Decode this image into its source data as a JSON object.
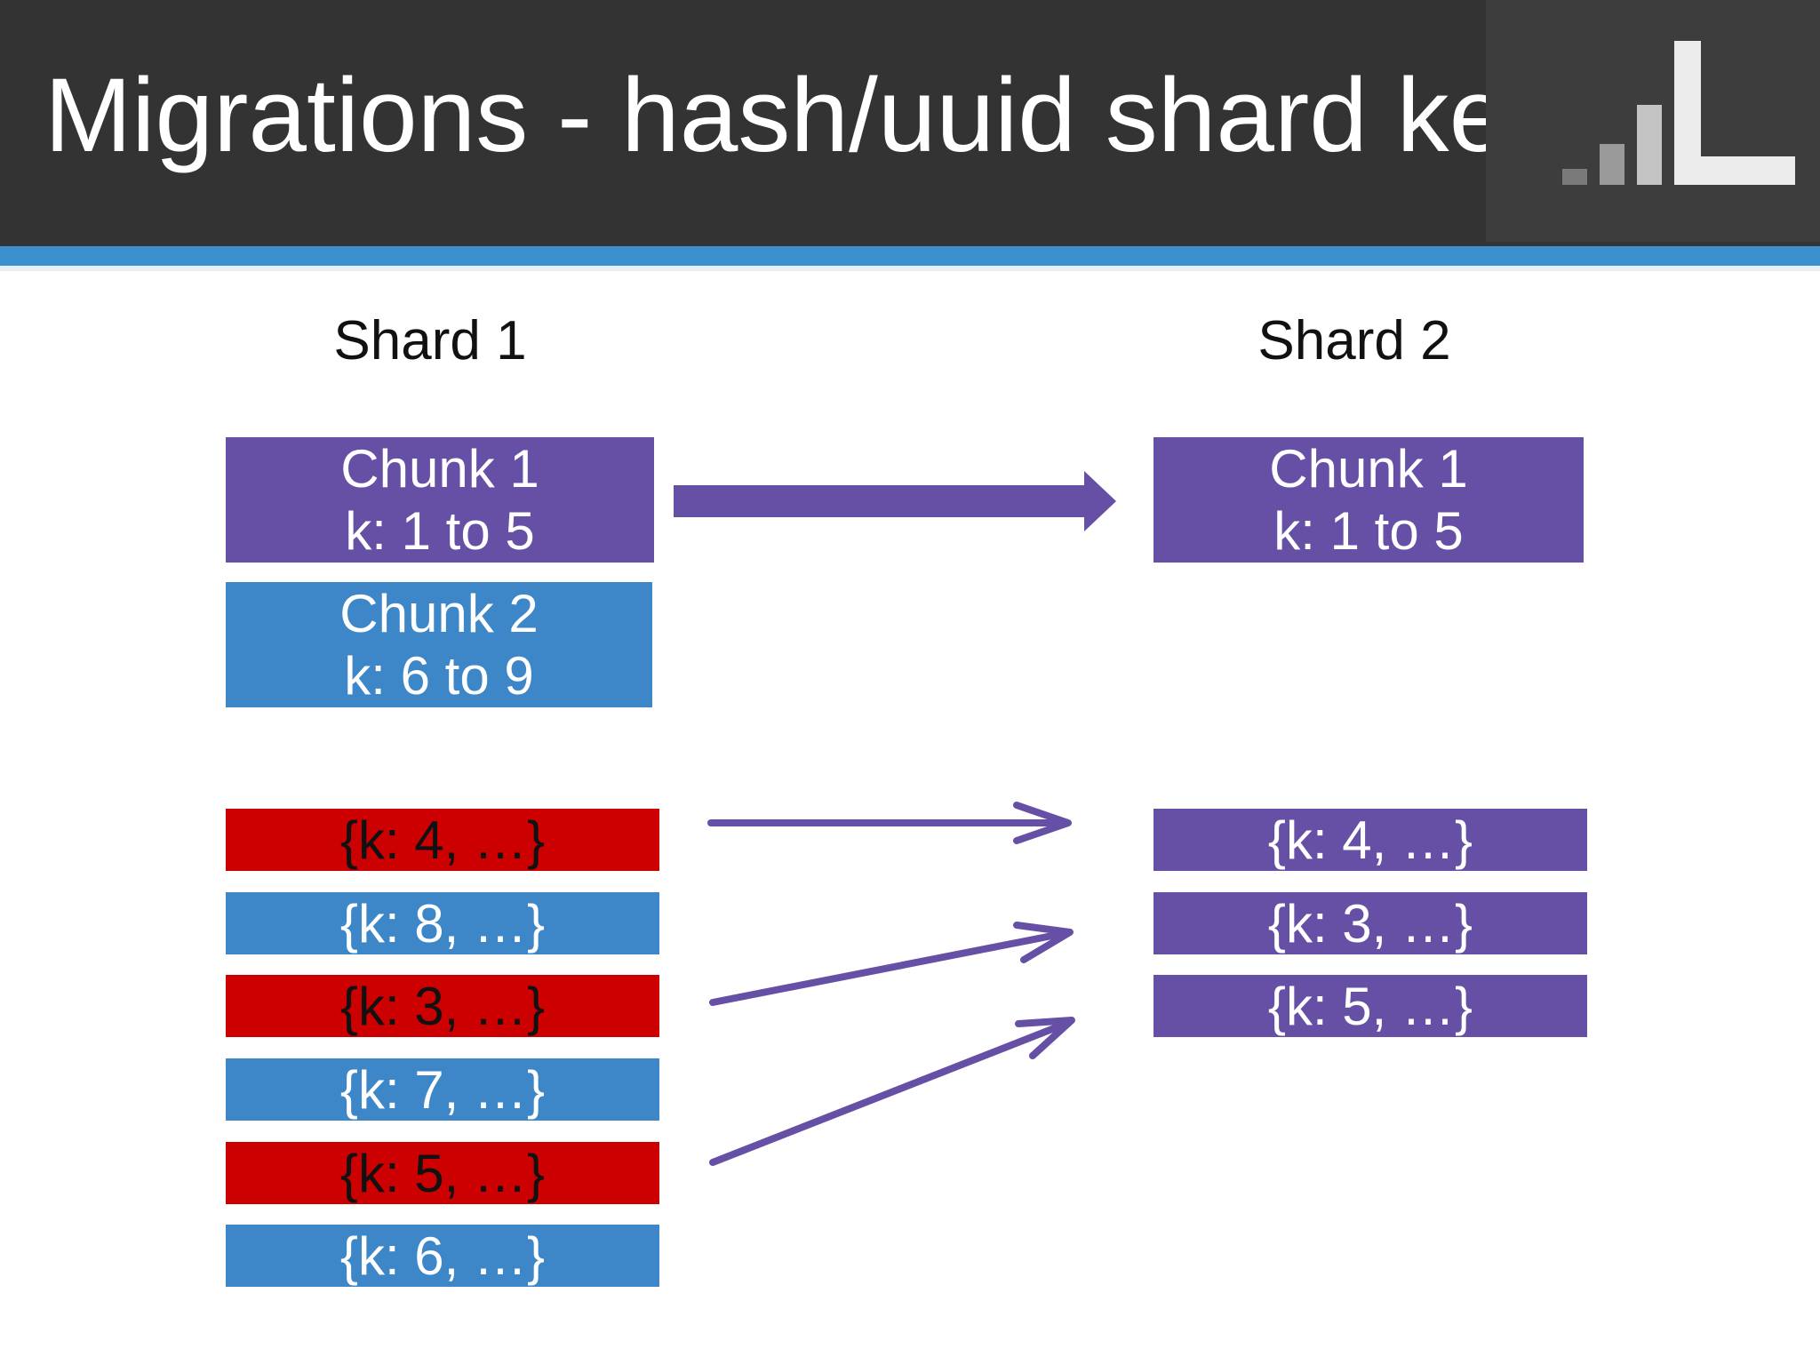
{
  "title": "Migrations - hash/uuid shard key",
  "colors": {
    "header_bg": "#333333",
    "accent": "#3a8fcc",
    "purple": "#6650a6",
    "blue": "#3d87c8",
    "red": "#cc0000"
  },
  "logo": {
    "icon": "bar-chart-logo-icon"
  },
  "shards": [
    {
      "label": "Shard 1"
    },
    {
      "label": "Shard 2"
    }
  ],
  "chunks": {
    "shard1": [
      {
        "name": "Chunk 1",
        "range": "k: 1 to 5"
      },
      {
        "name": "Chunk 2",
        "range": "k: 6 to 9"
      }
    ],
    "shard2": [
      {
        "name": "Chunk 1",
        "range": "k: 1 to 5"
      }
    ]
  },
  "documents": {
    "shard1": [
      "{k: 4, …}",
      "{k: 8, …}",
      "{k: 3, …}",
      "{k: 7, …}",
      "{k: 5, …}",
      "{k: 6, …}"
    ],
    "shard2": [
      "{k: 4, …}",
      "{k: 3, …}",
      "{k: 5, …}"
    ]
  }
}
